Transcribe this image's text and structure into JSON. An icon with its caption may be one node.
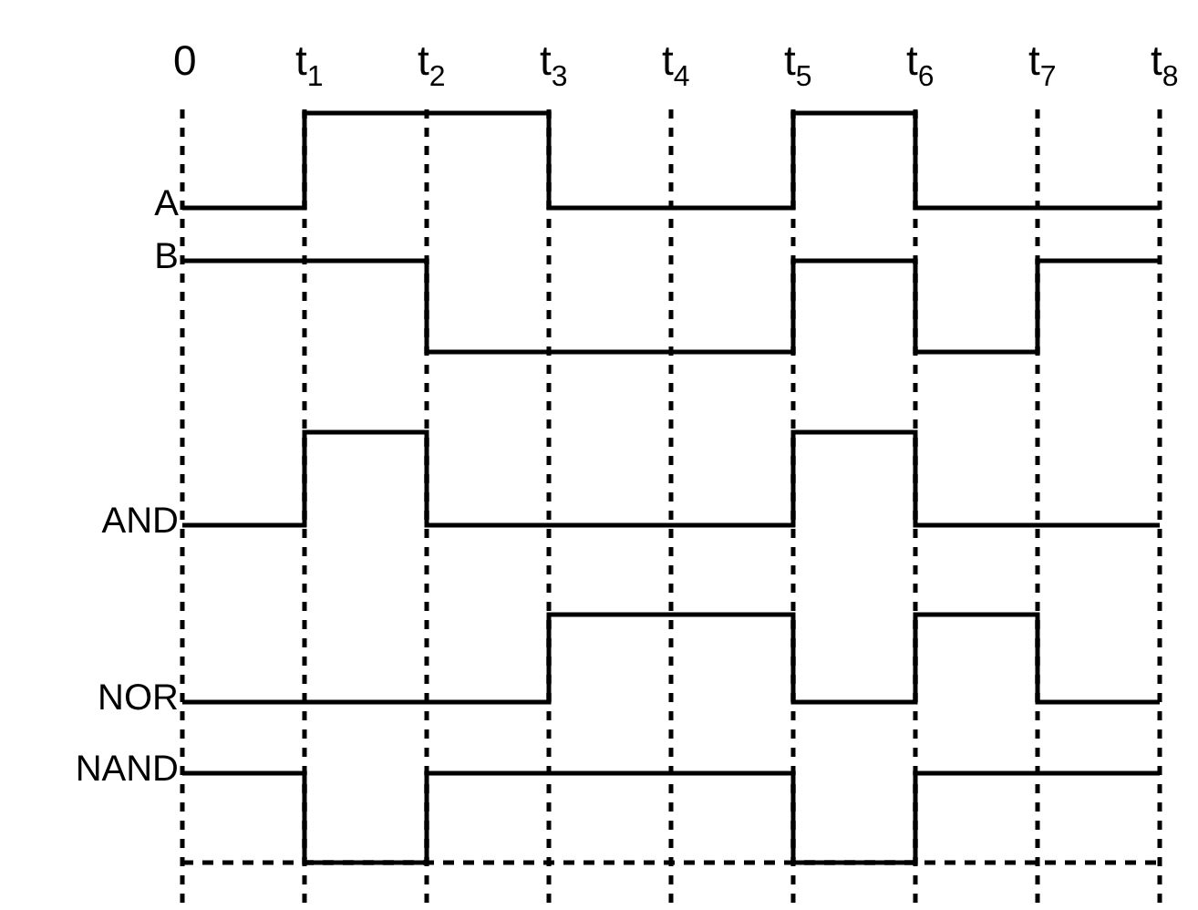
{
  "diagram": {
    "labels": [
      "0",
      "t$_{1}$",
      "t$_{2}$",
      "t$_{3}$",
      "t$_{4}$",
      "t$_{5}$",
      "t$_{6}$",
      "t$_{7}$",
      "t$_{8}$",
      "A",
      "B",
      "AND",
      "NOR",
      "NAND"
    ]
  }
}
